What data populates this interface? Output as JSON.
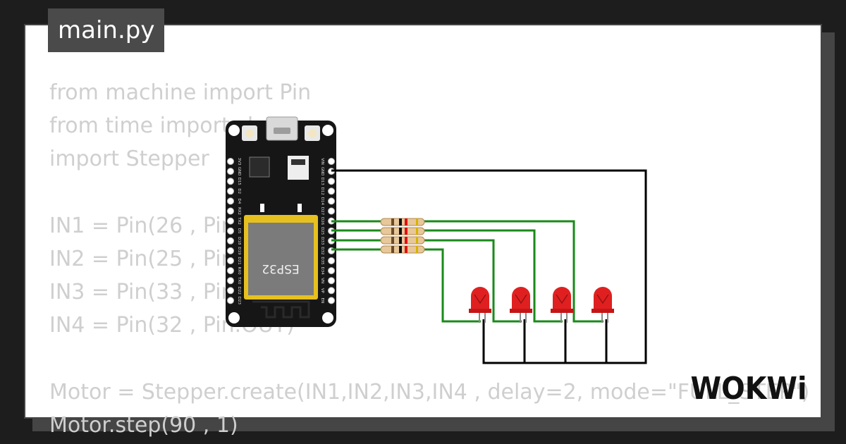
{
  "tab": {
    "filename": "main.py"
  },
  "code": {
    "lines": [
      "from machine import Pin",
      "from time import sleep",
      "import Stepper",
      "",
      "IN1 = Pin(26 , Pin.OUT)",
      "IN2 = Pin(25 , Pin.OUT)",
      "IN3 = Pin(33 , Pin.OUT)",
      "IN4 = Pin(32 , Pin.OUT)",
      "",
      "Motor = Stepper.create(IN1,IN2,IN3,IN4 , delay=2, mode=\"FULL_STEP\")",
      "Motor.step(90 , 1)"
    ]
  },
  "board": {
    "chip_label": "ESP32",
    "right_pins": [
      "VIN",
      "GND",
      "D13",
      "D12",
      "D14",
      "D27",
      "D26",
      "D25",
      "D33",
      "D32",
      "D35",
      "D34",
      "VN",
      "VP",
      "EN"
    ],
    "left_pins": [
      "3V3",
      "GND",
      "D15",
      "D2",
      "D4",
      "RX2",
      "TX2",
      "D5",
      "D18",
      "D19",
      "D21",
      "RX0",
      "TX0",
      "D22",
      "D23"
    ]
  },
  "components": {
    "resistor_count": 4,
    "led_count": 4,
    "led_color": "#e02020",
    "wire_signal_color": "#1a8a1a",
    "wire_ground_color": "#000000"
  },
  "brand": {
    "logo_text": "WOKWi"
  },
  "colors": {
    "background": "#1d1d1d",
    "card": "#ffffff",
    "tab_bg": "#4a4a4a",
    "code_text": "#cfcfcf"
  }
}
